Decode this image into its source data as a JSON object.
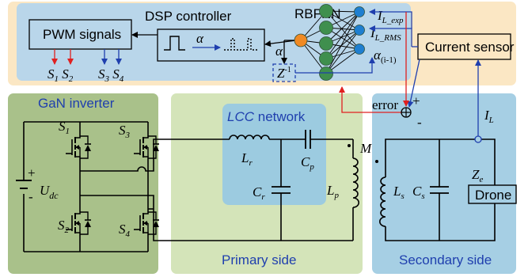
{
  "controller": {
    "dsp_title": "DSP controller",
    "pwm_label": "PWM signals",
    "alpha_symbol": "α",
    "delay_main": "Z",
    "delay_sup": "-1",
    "rbfnn_label": "RBFNN",
    "input_il_exp_main": "I",
    "input_il_exp_sub": "L_exp",
    "input_il_rms_main": "I",
    "input_il_rms_sub": "L_RMS",
    "input_alpha_main": "α",
    "input_alpha_sub": "(i-1)",
    "current_sensor_label": "Current sensor",
    "switch_labels": [
      {
        "main": "S",
        "sub": "1"
      },
      {
        "main": "S",
        "sub": "2"
      },
      {
        "main": "S",
        "sub": "3"
      },
      {
        "main": "S",
        "sub": "4"
      }
    ]
  },
  "inverter": {
    "title": "GaN inverter",
    "source_main": "U",
    "source_sub": "dc",
    "plus": "+",
    "minus": "-",
    "switches": [
      {
        "main": "S",
        "sub": "1"
      },
      {
        "main": "S",
        "sub": "3"
      },
      {
        "main": "S",
        "sub": "2"
      },
      {
        "main": "S",
        "sub": "4"
      }
    ]
  },
  "primary": {
    "title": "Primary side",
    "network_italic": "LCC",
    "network_rest": " network",
    "lr": {
      "main": "L",
      "sub": "r"
    },
    "cp": {
      "main": "C",
      "sub": "p"
    },
    "cr": {
      "main": "C",
      "sub": "r"
    },
    "lp": {
      "main": "L",
      "sub": "p"
    },
    "mutual": "M"
  },
  "secondary": {
    "title": "Secondary side",
    "ls": {
      "main": "L",
      "sub": "s"
    },
    "cs": {
      "main": "C",
      "sub": "s"
    },
    "ze": {
      "main": "Z",
      "sub": "e"
    },
    "drone_label": "Drone",
    "il": {
      "main": "I",
      "sub": "L"
    }
  },
  "feedback": {
    "error_label": "error",
    "plus": "+",
    "minus": "-"
  },
  "colors": {
    "outer_bg": "#fbe7c4",
    "dsp_bg": "#b9d6ea",
    "inverter_bg": "#a9c18a",
    "primary_bg": "#d4e4b9",
    "lcc_bg": "#9ccbe0",
    "secondary_bg": "#a6cfe4",
    "neuron_green": "#3f8f4e",
    "neuron_blue": "#1f7fd0",
    "neuron_orange": "#f08a24",
    "red_line": "#e02020",
    "blue_line": "#1f3fae",
    "blue_text": "#1f3fae"
  }
}
